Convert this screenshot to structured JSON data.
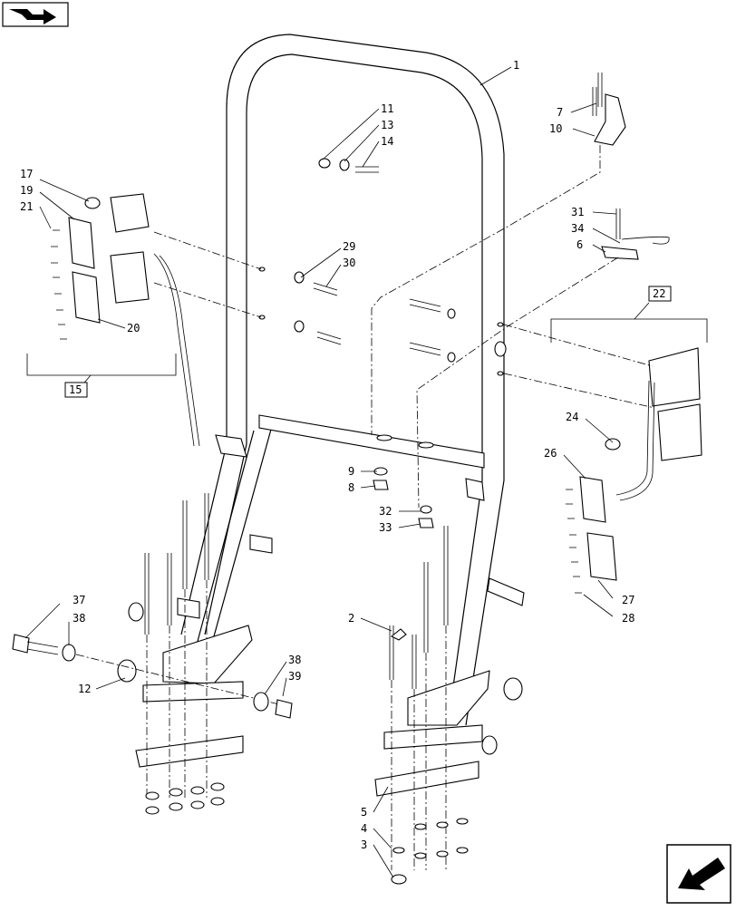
{
  "nav": {
    "top_icon": "book-arrow-icon",
    "bottom_icon": "back-arrow-icon"
  },
  "labels": {
    "l1": "1",
    "l2": "2",
    "l3": "3",
    "l4": "4",
    "l5": "5",
    "l6": "6",
    "l7": "7",
    "l8": "8",
    "l9": "9",
    "l10": "10",
    "l11": "11",
    "l12": "12",
    "l13": "13",
    "l14": "14",
    "l15": "15",
    "l17": "17",
    "l19": "19",
    "l20": "20",
    "l21": "21",
    "l22": "22",
    "l24": "24",
    "l26": "26",
    "l27": "27",
    "l28": "28",
    "l29": "29",
    "l30": "30",
    "l31": "31",
    "l32": "32",
    "l33": "33",
    "l34": "34",
    "l37": "37",
    "l38a": "38",
    "l38b": "38",
    "l39": "39"
  }
}
